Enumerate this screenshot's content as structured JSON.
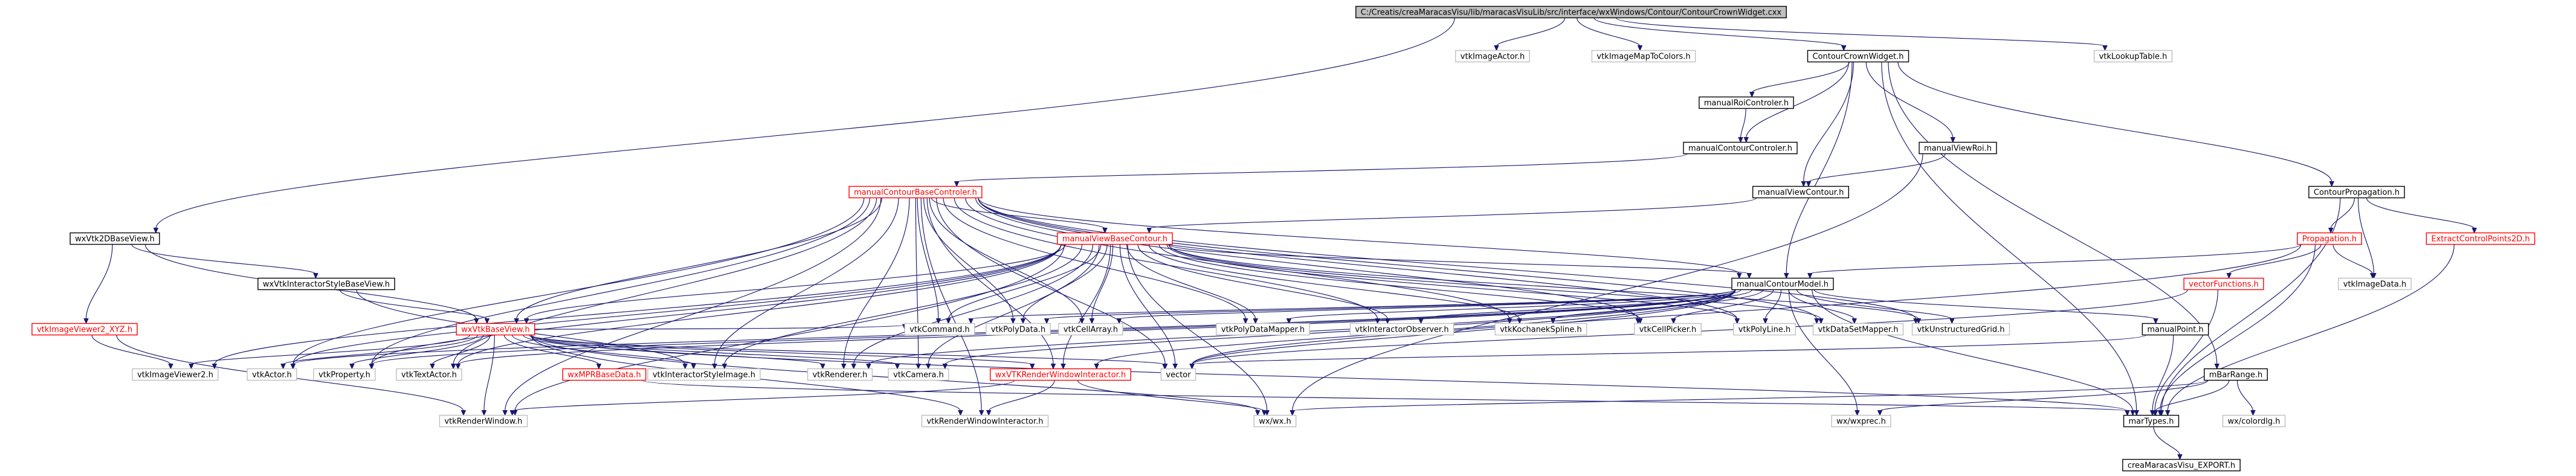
{
  "diagram": {
    "colors": {
      "edge": "#191970",
      "red_border": "#ff0000",
      "root_fill": "#bfbfbf",
      "border": "#000000",
      "plain_border": "#bfbfbf"
    },
    "nodes": [
      {
        "id": "root",
        "label": "C:/Creatis/creaMaracasVisu/lib/maracasVisuLib/src/interface/wxWindows/Contour/ContourCrownWidget.cxx",
        "style": "root"
      },
      {
        "id": "vtkImageMapToColors",
        "label": "vtkImageMapToColors.h",
        "style": "plain"
      },
      {
        "id": "vtkImageActor",
        "label": "vtkImageActor.h",
        "style": "plain"
      },
      {
        "id": "ContourCrownWidget",
        "label": "ContourCrownWidget.h",
        "style": "normal"
      },
      {
        "id": "vtkLookupTable",
        "label": "vtkLookupTable.h",
        "style": "plain"
      },
      {
        "id": "manualRoiControler",
        "label": "manualRoiControler.h",
        "style": "normal"
      },
      {
        "id": "manualContourControler",
        "label": "manualContourControler.h",
        "style": "normal"
      },
      {
        "id": "manualViewRoi",
        "label": "manualViewRoi.h",
        "style": "normal"
      },
      {
        "id": "ContourPropagation",
        "label": "ContourPropagation.h",
        "style": "normal"
      },
      {
        "id": "manualContourBaseControler",
        "label": "manualContourBaseControler.h",
        "style": "red"
      },
      {
        "id": "manualViewContour",
        "label": "manualViewContour.h",
        "style": "normal"
      },
      {
        "id": "wxVtk2DBaseView",
        "label": "wxVtk2DBaseView.h",
        "style": "normal"
      },
      {
        "id": "Propagation",
        "label": "Propagation.h",
        "style": "red"
      },
      {
        "id": "ExtractControlPoints2D",
        "label": "ExtractControlPoints2D.h",
        "style": "red"
      },
      {
        "id": "manualViewBaseContour",
        "label": "manualViewBaseContour.h",
        "style": "red"
      },
      {
        "id": "wxVtkInteractorStyleBaseView",
        "label": "wxVtkInteractorStyleBaseView.h",
        "style": "normal"
      },
      {
        "id": "manualContourModel",
        "label": "manualContourModel.h",
        "style": "normal"
      },
      {
        "id": "vectorFunctions",
        "label": "vectorFunctions.h",
        "style": "red"
      },
      {
        "id": "vtkImageData",
        "label": "vtkImageData.h",
        "style": "plain"
      },
      {
        "id": "vtkImageViewer2_XYZ",
        "label": "vtkImageViewer2_XYZ.h",
        "style": "red"
      },
      {
        "id": "wxVtkBaseView",
        "label": "wxVtkBaseView.h",
        "style": "red"
      },
      {
        "id": "vtkCommand",
        "label": "vtkCommand.h",
        "style": "plain"
      },
      {
        "id": "vtkPolyData",
        "label": "vtkPolyData.h",
        "style": "plain"
      },
      {
        "id": "vtkCellArray",
        "label": "vtkCellArray.h",
        "style": "plain"
      },
      {
        "id": "vtkPolyDataMapper",
        "label": "vtkPolyDataMapper.h",
        "style": "plain"
      },
      {
        "id": "vtkInteractorObserver",
        "label": "vtkInteractorObserver.h",
        "style": "plain"
      },
      {
        "id": "vtkKochanekSpline",
        "label": "vtkKochanekSpline.h",
        "style": "plain"
      },
      {
        "id": "vtkCellPicker",
        "label": "vtkCellPicker.h",
        "style": "plain"
      },
      {
        "id": "vtkPolyLine",
        "label": "vtkPolyLine.h",
        "style": "plain"
      },
      {
        "id": "vtkDataSetMapper",
        "label": "vtkDataSetMapper.h",
        "style": "plain"
      },
      {
        "id": "vtkUnstructuredGrid",
        "label": "vtkUnstructuredGrid.h",
        "style": "plain"
      },
      {
        "id": "manualPoint",
        "label": "manualPoint.h",
        "style": "normal"
      },
      {
        "id": "vtkImageViewer2",
        "label": "vtkImageViewer2.h",
        "style": "plain"
      },
      {
        "id": "vtkActor",
        "label": "vtkActor.h",
        "style": "plain"
      },
      {
        "id": "vtkProperty",
        "label": "vtkProperty.h",
        "style": "plain"
      },
      {
        "id": "vtkTextActor",
        "label": "vtkTextActor.h",
        "style": "plain"
      },
      {
        "id": "wxMPRBaseData",
        "label": "wxMPRBaseData.h",
        "style": "red"
      },
      {
        "id": "vtkInteractorStyleImage",
        "label": "vtkInteractorStyleImage.h",
        "style": "plain"
      },
      {
        "id": "vtkRenderer",
        "label": "vtkRenderer.h",
        "style": "plain"
      },
      {
        "id": "vtkCamera",
        "label": "vtkCamera.h",
        "style": "plain"
      },
      {
        "id": "wxVTKRenderWindowInteractor",
        "label": "wxVTKRenderWindowInteractor.h",
        "style": "red"
      },
      {
        "id": "vector",
        "label": "vector",
        "style": "plain"
      },
      {
        "id": "mBarRange",
        "label": "mBarRange.h",
        "style": "normal"
      },
      {
        "id": "vtkRenderWindow",
        "label": "vtkRenderWindow.h",
        "style": "plain"
      },
      {
        "id": "vtkRenderWindowInteractor",
        "label": "vtkRenderWindowInteractor.h",
        "style": "plain"
      },
      {
        "id": "wxwx",
        "label": "wx/wx.h",
        "style": "plain"
      },
      {
        "id": "wxwxprec",
        "label": "wx/wxprec.h",
        "style": "plain"
      },
      {
        "id": "marTypes",
        "label": "marTypes.h",
        "style": "normal"
      },
      {
        "id": "wxcolordlg",
        "label": "wx/colordlg.h",
        "style": "plain"
      },
      {
        "id": "creaMaracasVisu_EXPORT",
        "label": "creaMaracasVisu_EXPORT.h",
        "style": "normal"
      }
    ],
    "edges": [
      [
        "root",
        "vtkImageMapToColors"
      ],
      [
        "root",
        "vtkImageActor"
      ],
      [
        "root",
        "ContourCrownWidget"
      ],
      [
        "root",
        "vtkLookupTable"
      ],
      [
        "root",
        "wxVtk2DBaseView"
      ],
      [
        "ContourCrownWidget",
        "manualRoiControler"
      ],
      [
        "ContourCrownWidget",
        "manualContourControler"
      ],
      [
        "ContourCrownWidget",
        "manualViewRoi"
      ],
      [
        "ContourCrownWidget",
        "manualViewContour"
      ],
      [
        "ContourCrownWidget",
        "manualContourModel"
      ],
      [
        "ContourCrownWidget",
        "ContourPropagation"
      ],
      [
        "ContourCrownWidget",
        "mBarRange"
      ],
      [
        "ContourCrownWidget",
        "marTypes"
      ],
      [
        "manualRoiControler",
        "manualContourControler"
      ],
      [
        "manualContourControler",
        "manualContourBaseControler"
      ],
      [
        "manualViewRoi",
        "manualViewContour"
      ],
      [
        "manualViewRoi",
        "wxwx"
      ],
      [
        "manualViewContour",
        "manualViewBaseContour"
      ],
      [
        "manualContourBaseControler",
        "manualViewBaseContour"
      ],
      [
        "manualContourBaseControler",
        "manualContourModel"
      ],
      [
        "manualContourBaseControler",
        "wxVtkBaseView"
      ],
      [
        "manualContourBaseControler",
        "vtkCommand"
      ],
      [
        "manualContourBaseControler",
        "vtkPolyData"
      ],
      [
        "manualContourBaseControler",
        "vtkCellArray"
      ],
      [
        "manualContourBaseControler",
        "vtkInteractorObserver"
      ],
      [
        "manualContourBaseControler",
        "vtkKochanekSpline"
      ],
      [
        "manualContourBaseControler",
        "vtkCellPicker"
      ],
      [
        "manualContourBaseControler",
        "vtkPolyLine"
      ],
      [
        "manualContourBaseControler",
        "vtkDataSetMapper"
      ],
      [
        "manualContourBaseControler",
        "vtkUnstructuredGrid"
      ],
      [
        "manualContourBaseControler",
        "vtkActor"
      ],
      [
        "manualContourBaseControler",
        "vtkProperty"
      ],
      [
        "manualContourBaseControler",
        "vtkTextActor"
      ],
      [
        "manualContourBaseControler",
        "vtkInteractorStyleImage"
      ],
      [
        "manualContourBaseControler",
        "vtkRenderer"
      ],
      [
        "manualContourBaseControler",
        "vtkCamera"
      ],
      [
        "manualContourBaseControler",
        "wxVTKRenderWindowInteractor"
      ],
      [
        "manualContourBaseControler",
        "vector"
      ],
      [
        "manualContourBaseControler",
        "vtkRenderWindow"
      ],
      [
        "manualContourBaseControler",
        "vtkRenderWindowInteractor"
      ],
      [
        "manualContourBaseControler",
        "vtkPolyDataMapper"
      ],
      [
        "manualViewBaseContour",
        "manualContourModel"
      ],
      [
        "manualViewBaseContour",
        "wxVtkBaseView"
      ],
      [
        "manualViewBaseContour",
        "vtkCommand"
      ],
      [
        "manualViewBaseContour",
        "vtkPolyData"
      ],
      [
        "manualViewBaseContour",
        "vtkCellArray"
      ],
      [
        "manualViewBaseContour",
        "vtkPolyDataMapper"
      ],
      [
        "manualViewBaseContour",
        "vtkInteractorObserver"
      ],
      [
        "manualViewBaseContour",
        "vtkKochanekSpline"
      ],
      [
        "manualViewBaseContour",
        "vtkCellPicker"
      ],
      [
        "manualViewBaseContour",
        "vtkPolyLine"
      ],
      [
        "manualViewBaseContour",
        "vtkDataSetMapper"
      ],
      [
        "manualViewBaseContour",
        "vtkUnstructuredGrid"
      ],
      [
        "manualViewBaseContour",
        "vtkActor"
      ],
      [
        "manualViewBaseContour",
        "vtkProperty"
      ],
      [
        "manualViewBaseContour",
        "vtkTextActor"
      ],
      [
        "manualViewBaseContour",
        "vtkInteractorStyleImage"
      ],
      [
        "manualViewBaseContour",
        "vtkRenderer"
      ],
      [
        "manualViewBaseContour",
        "vtkCamera"
      ],
      [
        "manualViewBaseContour",
        "wxVTKRenderWindowInteractor"
      ],
      [
        "manualViewBaseContour",
        "vector"
      ],
      [
        "manualViewBaseContour",
        "vtkRenderWindow"
      ],
      [
        "manualViewBaseContour",
        "wxwx"
      ],
      [
        "manualViewBaseContour",
        "vtkImageViewer2"
      ],
      [
        "wxVtk2DBaseView",
        "wxVtkInteractorStyleBaseView"
      ],
      [
        "wxVtk2DBaseView",
        "vtkImageViewer2_XYZ"
      ],
      [
        "wxVtk2DBaseView",
        "wxVtkBaseView"
      ],
      [
        "wxVtkInteractorStyleBaseView",
        "wxVtkBaseView"
      ],
      [
        "wxVtkInteractorStyleBaseView",
        "vtkInteractorStyleImage"
      ],
      [
        "vtkImageViewer2_XYZ",
        "vtkImageViewer2"
      ],
      [
        "vtkImageViewer2_XYZ",
        "vtkRenderWindow"
      ],
      [
        "manualContourModel",
        "vtkCommand"
      ],
      [
        "manualContourModel",
        "vtkPolyData"
      ],
      [
        "manualContourModel",
        "vtkCellArray"
      ],
      [
        "manualContourModel",
        "vtkPolyDataMapper"
      ],
      [
        "manualContourModel",
        "vtkInteractorObserver"
      ],
      [
        "manualContourModel",
        "vtkKochanekSpline"
      ],
      [
        "manualContourModel",
        "vtkCellPicker"
      ],
      [
        "manualContourModel",
        "vtkPolyLine"
      ],
      [
        "manualContourModel",
        "vtkDataSetMapper"
      ],
      [
        "manualContourModel",
        "vtkUnstructuredGrid"
      ],
      [
        "manualContourModel",
        "manualPoint"
      ],
      [
        "manualContourModel",
        "vtkActor"
      ],
      [
        "manualContourModel",
        "vtkProperty"
      ],
      [
        "manualContourModel",
        "vtkTextActor"
      ],
      [
        "manualContourModel",
        "vtkRenderer"
      ],
      [
        "manualContourModel",
        "vtkCamera"
      ],
      [
        "manualContourModel",
        "wxVTKRenderWindowInteractor"
      ],
      [
        "manualContourModel",
        "vector"
      ],
      [
        "manualContourModel",
        "marTypes"
      ],
      [
        "manualContourModel",
        "wxwxprec"
      ],
      [
        "manualPoint",
        "marTypes"
      ],
      [
        "manualPoint",
        "vector"
      ],
      [
        "ContourPropagation",
        "Propagation"
      ],
      [
        "ContourPropagation",
        "vtkImageData"
      ],
      [
        "ContourPropagation",
        "ExtractControlPoints2D"
      ],
      [
        "ContourPropagation",
        "marTypes"
      ],
      [
        "Propagation",
        "manualContourModel"
      ],
      [
        "Propagation",
        "vectorFunctions"
      ],
      [
        "Propagation",
        "vtkImageData"
      ],
      [
        "Propagation",
        "marTypes"
      ],
      [
        "Propagation",
        "vector"
      ],
      [
        "ExtractControlPoints2D",
        "marTypes"
      ],
      [
        "vectorFunctions",
        "marTypes"
      ],
      [
        "vectorFunctions",
        "vector"
      ],
      [
        "wxVtkBaseView",
        "vtkImageViewer2"
      ],
      [
        "wxVtkBaseView",
        "vtkActor"
      ],
      [
        "wxVtkBaseView",
        "vtkProperty"
      ],
      [
        "wxVtkBaseView",
        "vtkTextActor"
      ],
      [
        "wxVtkBaseView",
        "wxMPRBaseData"
      ],
      [
        "wxVtkBaseView",
        "vtkInteractorStyleImage"
      ],
      [
        "wxVtkBaseView",
        "vtkRenderer"
      ],
      [
        "wxVtkBaseView",
        "vtkCamera"
      ],
      [
        "wxVtkBaseView",
        "wxVTKRenderWindowInteractor"
      ],
      [
        "wxVtkBaseView",
        "vector"
      ],
      [
        "wxVtkBaseView",
        "vtkRenderWindow"
      ],
      [
        "wxVtkBaseView",
        "vtkRenderWindowInteractor"
      ],
      [
        "wxVtkBaseView",
        "wxwx"
      ],
      [
        "wxVtkBaseView",
        "marTypes"
      ],
      [
        "wxVtkBaseView",
        "vtkCommand"
      ],
      [
        "wxMPRBaseData",
        "marTypes"
      ],
      [
        "wxVTKRenderWindowInteractor",
        "vtkRenderWindowInteractor"
      ],
      [
        "wxVTKRenderWindowInteractor",
        "wxwx"
      ],
      [
        "wxVTKRenderWindowInteractor",
        "vtkRenderWindow"
      ],
      [
        "mBarRange",
        "wxwx"
      ],
      [
        "mBarRange",
        "marTypes"
      ],
      [
        "mBarRange",
        "wxcolordlg"
      ],
      [
        "mBarRange",
        "wxwxprec"
      ],
      [
        "marTypes",
        "creaMaracasVisu_EXPORT"
      ]
    ]
  }
}
